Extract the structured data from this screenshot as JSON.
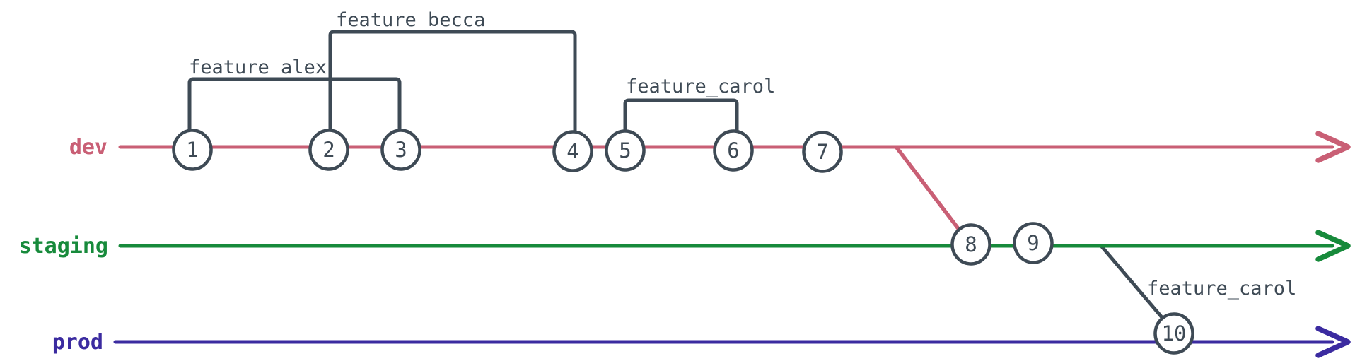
{
  "diagram_title": "git-branch-diagram",
  "colors": {
    "dev": "#c95f75",
    "staging": "#178a3b",
    "prod": "#3b2ba0",
    "ink": "#3e4a55",
    "background": "#ffffff",
    "node_fill": "#ffffff"
  },
  "branches": {
    "dev": {
      "label": "dev"
    },
    "staging": {
      "label": "staging"
    },
    "prod": {
      "label": "prod"
    }
  },
  "features": {
    "alex": {
      "label": "feature_alex",
      "from_commit": "1",
      "to_commit": "3"
    },
    "becca": {
      "label": "feature_becca",
      "from_commit": "2",
      "to_commit": "4"
    },
    "carol": {
      "label": "feature_carol",
      "from_commit": "5",
      "to_commit": "6"
    },
    "carol_prod": {
      "label": "feature_carol",
      "to_commit": "10"
    }
  },
  "commits": [
    {
      "id": "1",
      "branch": "dev"
    },
    {
      "id": "2",
      "branch": "dev"
    },
    {
      "id": "3",
      "branch": "dev"
    },
    {
      "id": "4",
      "branch": "dev"
    },
    {
      "id": "5",
      "branch": "dev"
    },
    {
      "id": "6",
      "branch": "dev"
    },
    {
      "id": "7",
      "branch": "dev"
    },
    {
      "id": "8",
      "branch": "staging"
    },
    {
      "id": "9",
      "branch": "staging"
    },
    {
      "id": "10",
      "branch": "prod"
    }
  ]
}
